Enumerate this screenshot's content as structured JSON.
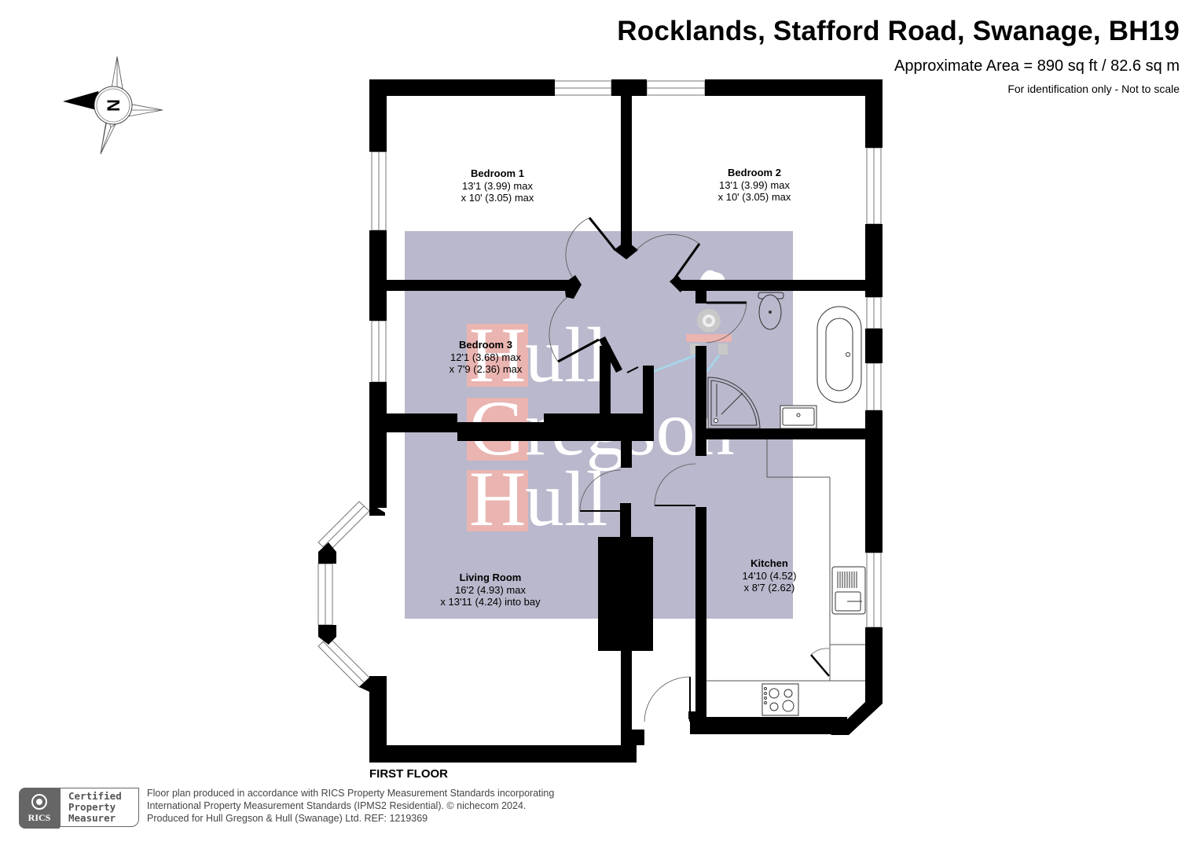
{
  "header": {
    "title": "Rocklands, Stafford Road, Swanage, BH19",
    "area": "Approximate Area = 890 sq ft / 82.6 sq m",
    "note": "For identification only - Not to scale"
  },
  "compass": {
    "label": "N",
    "icon": "compass-north-arrow-icon"
  },
  "floor": {
    "label": "FIRST FLOOR"
  },
  "rooms": [
    {
      "name": "Bedroom 1",
      "dim1": "13'1 (3.99) max",
      "dim2": "x 10' (3.05) max"
    },
    {
      "name": "Bedroom 2",
      "dim1": "13'1 (3.99) max",
      "dim2": "x 10' (3.05) max"
    },
    {
      "name": "Bedroom 3",
      "dim1": "12'1 (3.68) max",
      "dim2": "x 7'9 (2.36) max"
    },
    {
      "name": "Living Room",
      "dim1": "16'2 (4.93) max",
      "dim2": "x 13'11 (4.24) into bay"
    },
    {
      "name": "Kitchen",
      "dim1": "14'10 (4.52)",
      "dim2": "x 8'7 (2.62)"
    }
  ],
  "watermark": {
    "lines": [
      {
        "initial": "H",
        "rest": "ull"
      },
      {
        "initial": "G",
        "rest": "regson"
      },
      {
        "initial": "H",
        "rest": "ull"
      }
    ],
    "overlay_color": "#b9b8cc",
    "initial_bg": "#eab4b1"
  },
  "badge": {
    "org": "RICS",
    "line1": "Certified",
    "line2": "Property",
    "line3": "Measurer"
  },
  "footer": {
    "line1": "Floor plan produced in accordance with RICS Property Measurement Standards incorporating",
    "line2": "International Property Measurement Standards (IPMS2 Residential).   © nichecom 2024.",
    "line3": "Produced for Hull Gregson & Hull (Swanage) Ltd.   REF:  1219369"
  }
}
